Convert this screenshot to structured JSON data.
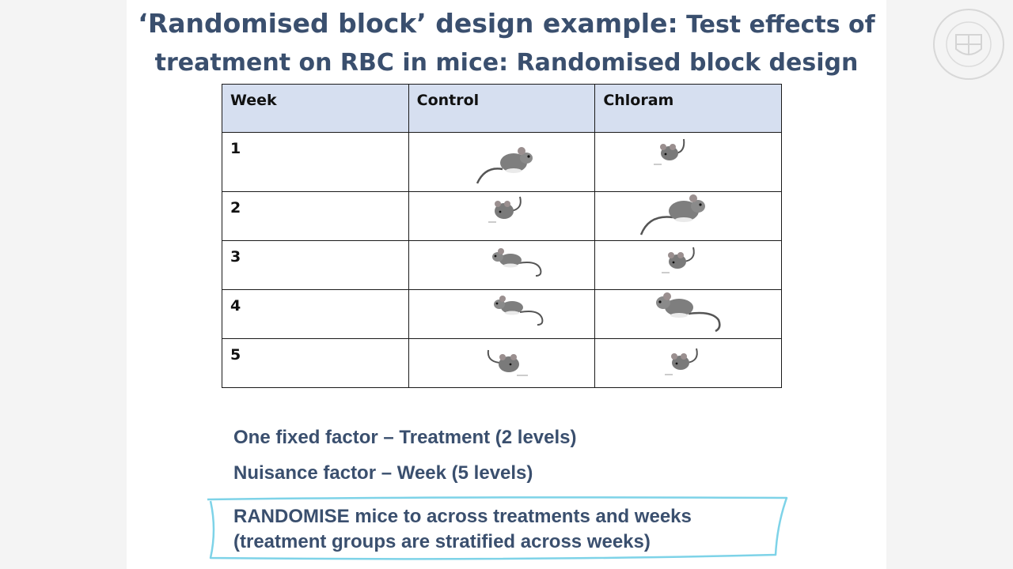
{
  "title": {
    "line1_quoted": "‘Randomised block’ design example:",
    "line1_rest": "Test effects of",
    "line2": "treatment on RBC in mice: Randomised block design"
  },
  "table": {
    "headers": [
      "Week",
      "Control",
      "Chloram"
    ],
    "rows": [
      {
        "week": "1"
      },
      {
        "week": "2"
      },
      {
        "week": "3"
      },
      {
        "week": "4"
      },
      {
        "week": "5"
      }
    ]
  },
  "factors": {
    "fixed": "One fixed factor – Treatment (2 levels)",
    "nuisance": "Nuisance factor – Week (5 levels)"
  },
  "note": {
    "line1": "RANDOMISE mice to across treatments and weeks",
    "line2": "(treatment groups are stratified across weeks)"
  },
  "colors": {
    "title": "#3a4f6e",
    "header_fill": "#d6dff0",
    "outline": "#7ed3e8"
  },
  "icons": [
    "mouse-icon",
    "university-crest-icon"
  ]
}
